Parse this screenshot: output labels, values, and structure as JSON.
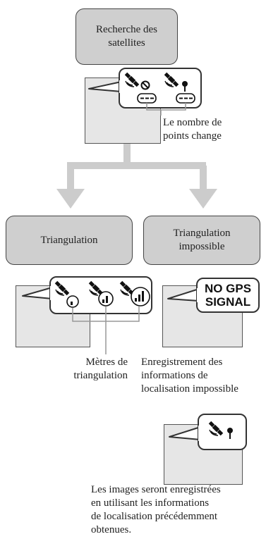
{
  "boxes": {
    "search": "Recherche des\nsatellites",
    "triangulation": "Triangulation",
    "impossible": "Triangulation\nimpossible"
  },
  "labels": {
    "points_change": "Le nombre de\npoints change",
    "meters": "Mètres de\ntriangulation",
    "recording_impossible": "Enregistrement des\ninformations de\nlocalisation impossible",
    "previous_info": "Les images seront enregistrées\nen utilisant les informations\nde localisation précédemment\nobtenues."
  },
  "status_text": {
    "no_gps": "NO GPS\nSIGNAL"
  },
  "icons": [
    "satellite-icon",
    "no-signal-icon",
    "pin-icon",
    "signal-bars-icon"
  ],
  "colors": {
    "box_fill": "#cfcfcf",
    "arrow": "#cccccc",
    "screen_fill": "#e6e6e6"
  }
}
